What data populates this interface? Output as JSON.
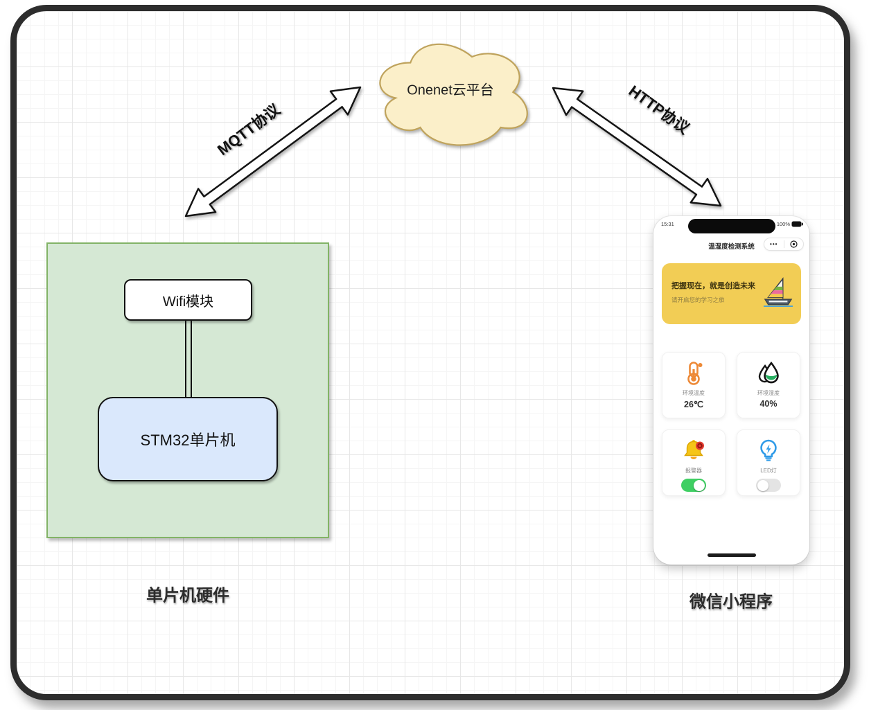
{
  "colors": {
    "cloud_fill": "#FBEFC9",
    "cloud_stroke": "#BFA35C",
    "hardware_group_fill": "#D5E8D4",
    "hardware_group_stroke": "#82B366",
    "mcu_fill": "#DAE8FC",
    "banner_bg": "#F2CD55",
    "toggle_on": "#3FCF63",
    "thermometer_icon": "#ED8936",
    "droplet_icon": "#27AE60",
    "bell_icon": "#F5C518",
    "bulb_icon": "#2F9BE8"
  },
  "diagram": {
    "cloud_label": "Onenet云平台",
    "mqtt_arrow_label": "MQTT协议",
    "http_arrow_label": "HTTP协议",
    "wifi_module_label": "Wifi模块",
    "mcu_label": "STM32单片机",
    "hardware_caption": "单片机硬件",
    "miniprogram_caption": "微信小程序"
  },
  "phone": {
    "status": {
      "time": "15:31",
      "battery": "100%"
    },
    "nav_title": "温湿度检测系统",
    "capsule": {
      "more": "•••"
    },
    "banner": {
      "title": "把握现在，就是创造未来",
      "subtitle": "请开启您的学习之旅"
    },
    "tiles": [
      {
        "name": "temperature",
        "label": "环境温度",
        "value": "26℃"
      },
      {
        "name": "humidity",
        "label": "环境湿度",
        "value": "40%"
      },
      {
        "name": "alarm",
        "label": "报警器",
        "toggle": "on"
      },
      {
        "name": "led",
        "label": "LED灯",
        "toggle": "off"
      }
    ]
  }
}
